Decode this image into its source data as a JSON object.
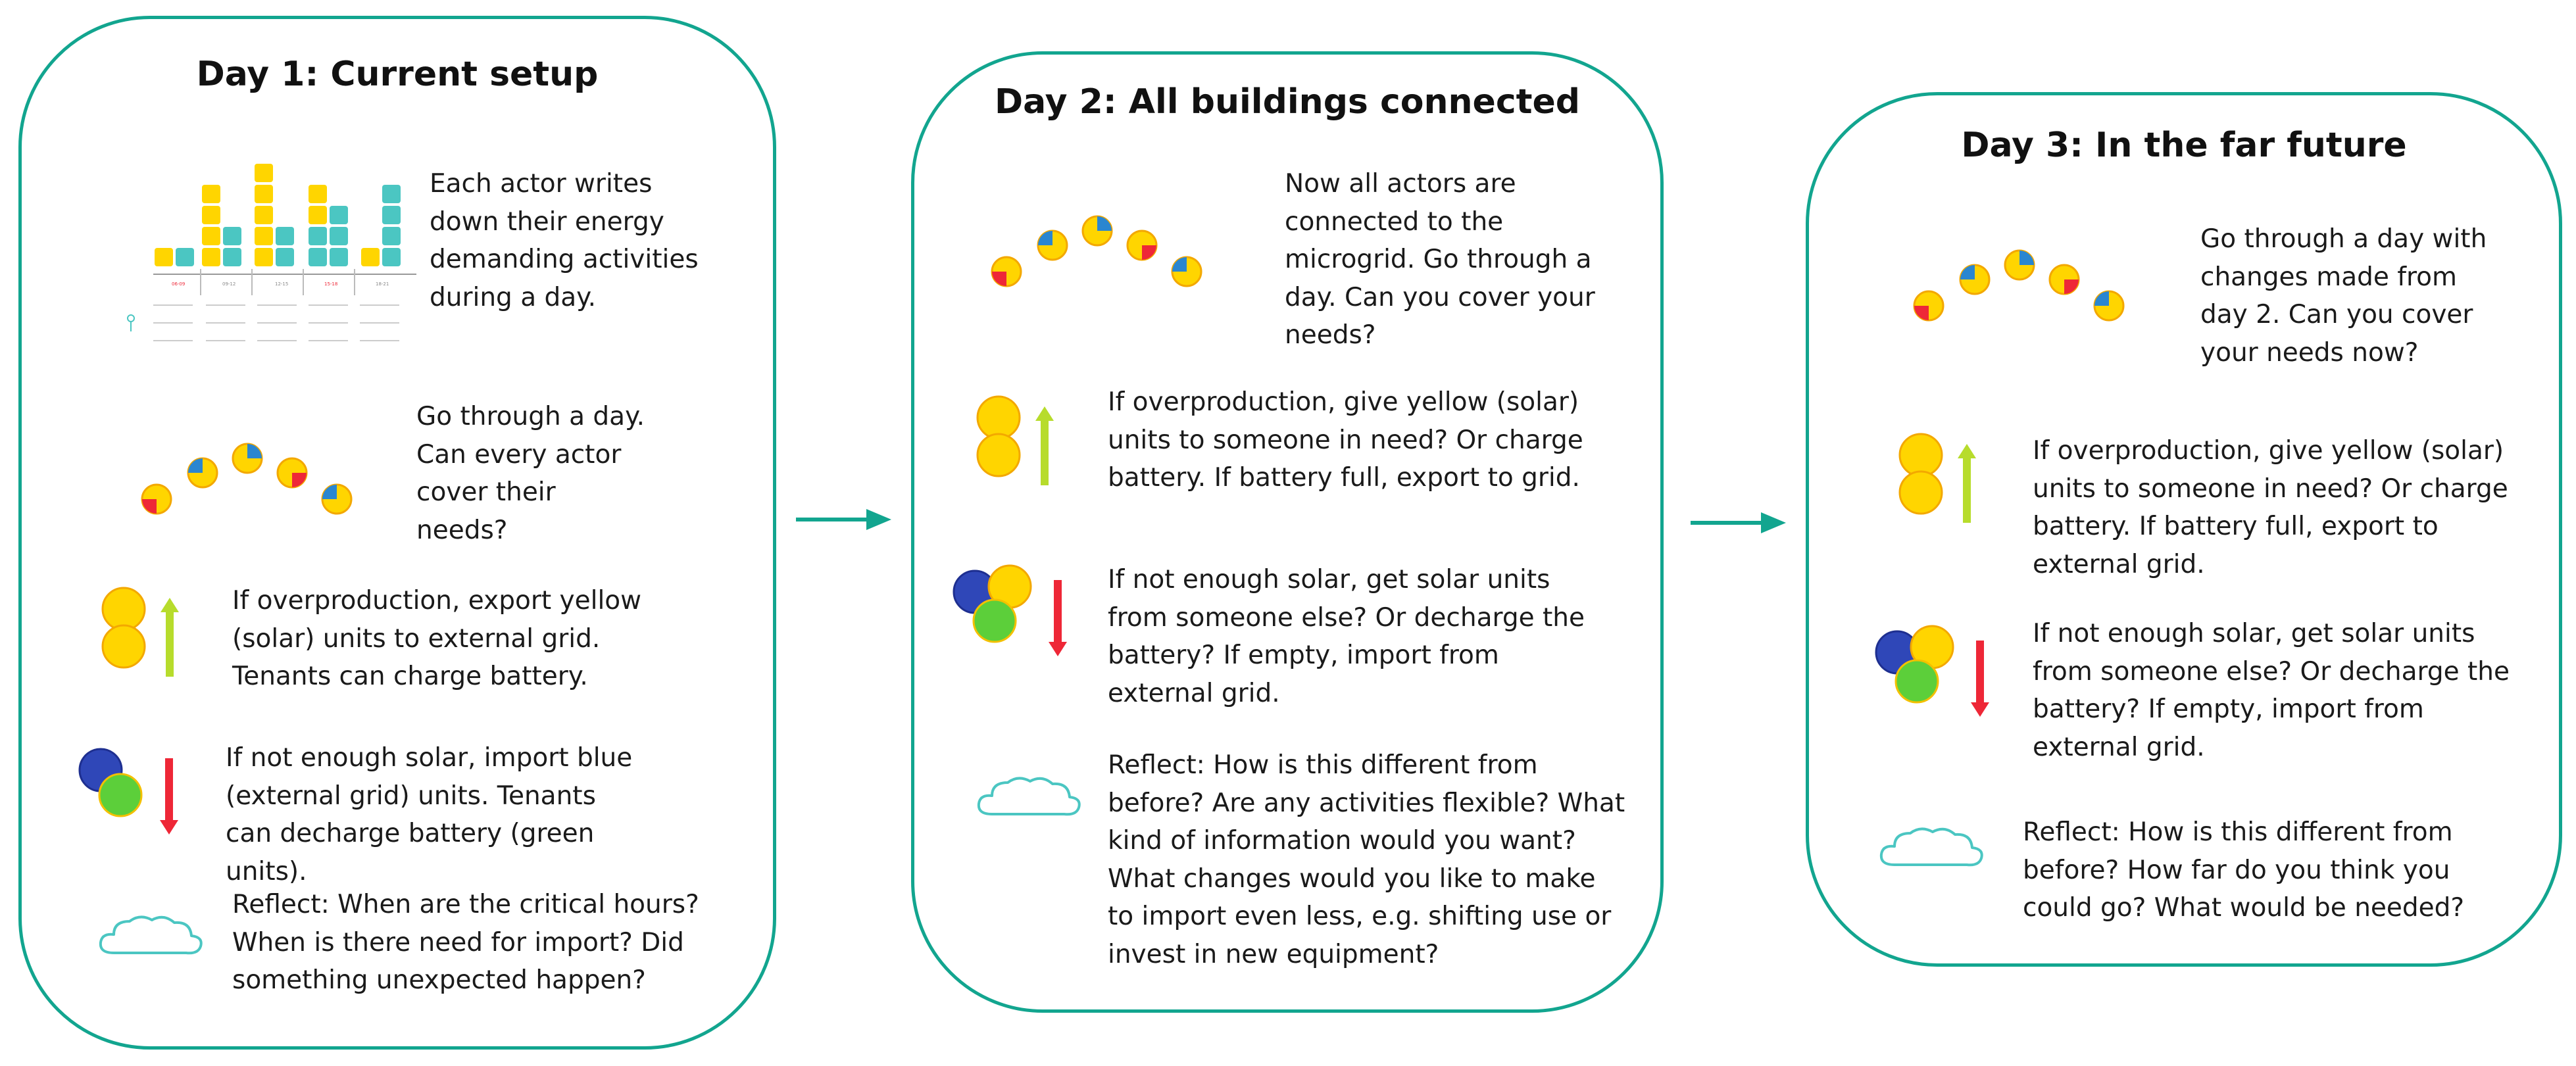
{
  "panels": [
    {
      "title": "Day 1: Current setup",
      "steps": [
        {
          "icon": "chart-icon",
          "text": "Each actor writes down their energy demanding activities during a day."
        },
        {
          "icon": "sun-arc-icon",
          "text": "Go through a day. Can every actor cover their needs?"
        },
        {
          "icon": "yellow-units-up-icon",
          "text": "If overproduction, export yellow (solar) units to external grid. Tenants can charge battery."
        },
        {
          "icon": "blue-green-units-down-icon",
          "text": "If not enough solar, import blue (external grid) units. Tenants can decharge battery (green units)."
        },
        {
          "icon": "cloud-icon",
          "text": "Reflect: When are the critical hours? When is there need for import? Did something unexpected happen?"
        }
      ]
    },
    {
      "title": "Day 2: All buildings connected",
      "steps": [
        {
          "icon": "sun-arc-icon",
          "text": "Now all actors are connected to the microgrid. Go through a day. Can you cover your needs?"
        },
        {
          "icon": "yellow-units-up-icon",
          "text": "If overproduction, give yellow (solar) units to someone in need? Or charge battery. If battery full, export to grid."
        },
        {
          "icon": "yellow-blue-green-units-down-icon",
          "text": "If not enough solar, get solar units from someone else? Or decharge the battery? If empty, import from external grid."
        },
        {
          "icon": "cloud-icon",
          "text": "Reflect: How is this different from before? Are any activities flexible? What kind of information would you want? What changes would you like to make to import even less, e.g. shifting use or invest in new equipment?"
        }
      ]
    },
    {
      "title": "Day 3: In the far future",
      "steps": [
        {
          "icon": "sun-arc-icon",
          "text": "Go through a day with changes made from day 2. Can you cover your needs now?"
        },
        {
          "icon": "yellow-units-up-icon",
          "text": "If overproduction, give yellow (solar) units to someone in need? Or charge battery. If battery full, export to external grid."
        },
        {
          "icon": "yellow-blue-green-units-down-icon",
          "text": "If not enough solar, get solar units from someone else? Or decharge the battery? If empty, import from external grid."
        },
        {
          "icon": "cloud-icon",
          "text": "Reflect: How is this different from before? How far do you think you could go? What would be needed?"
        }
      ]
    }
  ],
  "colors": {
    "border": "#12a58f",
    "arrow": "#12a58f",
    "yellow": "#ffd500",
    "yellow_stroke": "#f3a800",
    "blue": "#2f47b8",
    "green": "#5ccf3a",
    "teal": "#4bc6c2",
    "red_arrow": "#ee2737",
    "green_arrow": "#b7dc2c",
    "red": "#ee2737"
  }
}
